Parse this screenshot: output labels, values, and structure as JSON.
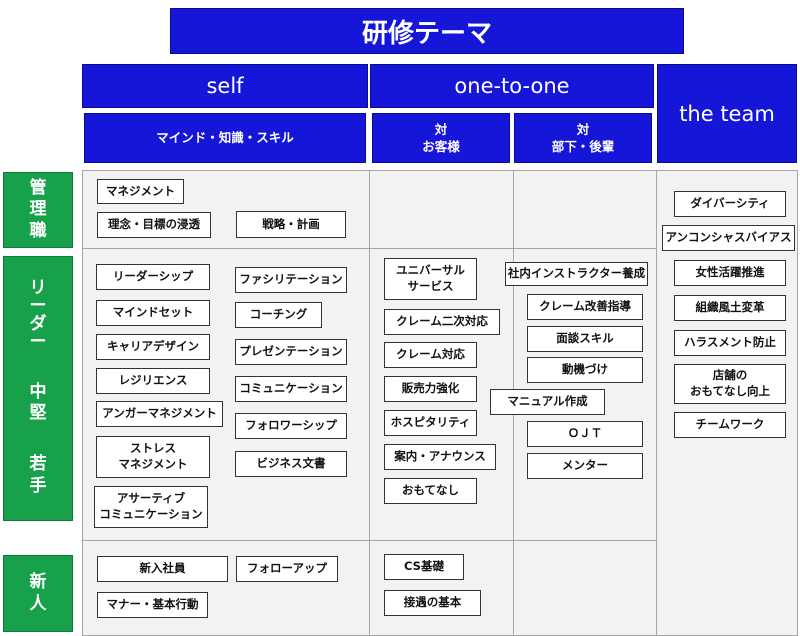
{
  "title": "研修テーマ",
  "headers": {
    "self": "self",
    "one_to_one": "one-to-one",
    "team": "the team"
  },
  "subheaders": {
    "mind": "マインド・知識・スキル",
    "customer": "対\nお客様",
    "subordinate": "対\n部下・後輩"
  },
  "rows": {
    "management": "管\n理\n職",
    "leader": "リ\nー\nダ\nー",
    "middle": "中\n堅",
    "junior": "若\n手",
    "new": "新\n人"
  },
  "boxes": {
    "mgmt_self": [
      "マネジメント",
      "理念・目標の浸透",
      "戦略・計画"
    ],
    "mid_self_left": [
      "リーダーシップ",
      "マインドセット",
      "キャリアデザイン",
      "レジリエンス",
      "アンガーマネジメント",
      "ストレス\nマネジメント",
      "アサーティブ\nコミュニケーション"
    ],
    "mid_self_right": [
      "ファシリテーション",
      "コーチング",
      "プレゼンテーション",
      "コミュニケーション",
      "フォロワーシップ",
      "ビジネス文書"
    ],
    "mid_customer": [
      "ユニバーサル\nサービス",
      "クレーム二次対応",
      "クレーム対応",
      "販売力強化",
      "ホスピタリティ",
      "案内・アナウンス",
      "おもてなし"
    ],
    "mid_subordinate": [
      "社内インストラクター養成",
      "クレーム改善指導",
      "面談スキル",
      "動機づけ",
      "マニュアル作成",
      "ＯＪＴ",
      "メンター"
    ],
    "team": [
      "ダイバーシティ",
      "アンコンシャスバイアス",
      "女性活躍推進",
      "組織風土変革",
      "ハラスメント防止",
      "店舗の\nおもてなし向上",
      "チームワーク"
    ],
    "new_self": [
      "新入社員",
      "フォローアップ",
      "マナー・基本行動"
    ],
    "new_customer": [
      "CS基礎",
      "接遇の基本"
    ]
  }
}
